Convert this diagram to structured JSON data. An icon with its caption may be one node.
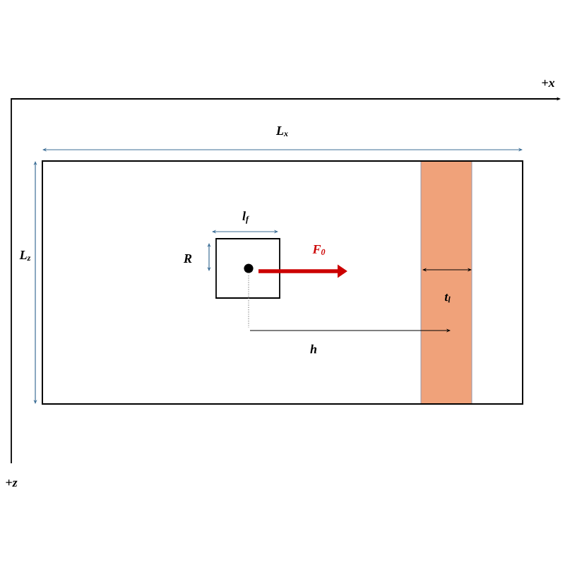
{
  "diagram": {
    "nodes": [
      {
        "text": [],
        "shape": "box"
      },
      {
        "text": [],
        "shape": "box",
        "in": 0
      },
      {
        "text": [],
        "shape": "bar",
        "in": 0
      }
    ],
    "labels": [
      "+x",
      "L$_{x}$",
      "L$_{z}$",
      "l$_{f}$",
      "R",
      "F$_{0}$",
      "t$_{l}$",
      "h",
      "+z"
    ]
  }
}
